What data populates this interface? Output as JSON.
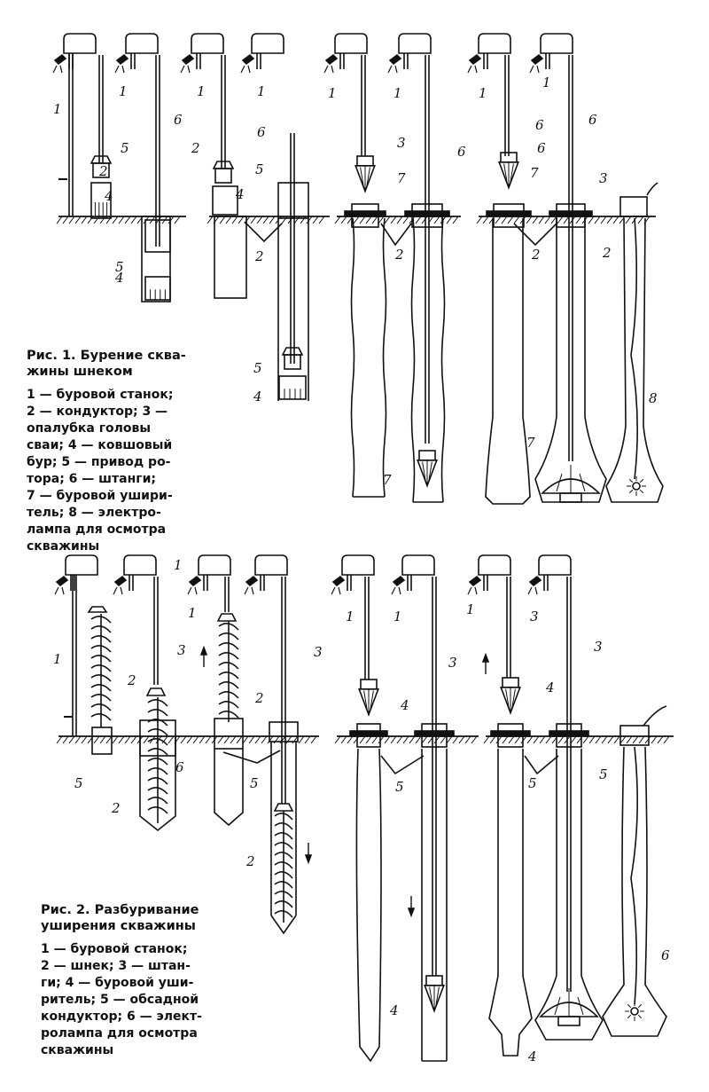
{
  "figure1": {
    "title_lines": [
      "Рис. 1. Бурение сква-",
      "жины шнеком"
    ],
    "legend_lines": [
      "1 — буровой станок;",
      "2 — кондуктор; 3 —",
      "опалубка головы",
      "сваи; 4 — ковшовый",
      "бур; 5 — привод ро-",
      "тора; 6 — штанги;",
      "7 — буровой ушири-",
      "тель; 8 — электро-",
      "лампа для осмотра",
      "скважины"
    ],
    "callouts": [
      "1",
      "2",
      "3",
      "4",
      "5",
      "6",
      "7",
      "8"
    ]
  },
  "figure2": {
    "title_lines": [
      "Рис. 2. Разбуривание",
      "уширения скважины"
    ],
    "legend_lines": [
      "1 — буровой станок;",
      "2 — шнек; 3 — штан-",
      "ги; 4 — буровой уши-",
      "ритель; 5 — обсадной",
      "кондуктор; 6 — элект-",
      "ролампа для осмотра",
      "скважины"
    ],
    "callouts": [
      "1",
      "2",
      "3",
      "4",
      "5",
      "6"
    ]
  },
  "colors": {
    "ink": "#111111",
    "paper": "#ffffff"
  }
}
